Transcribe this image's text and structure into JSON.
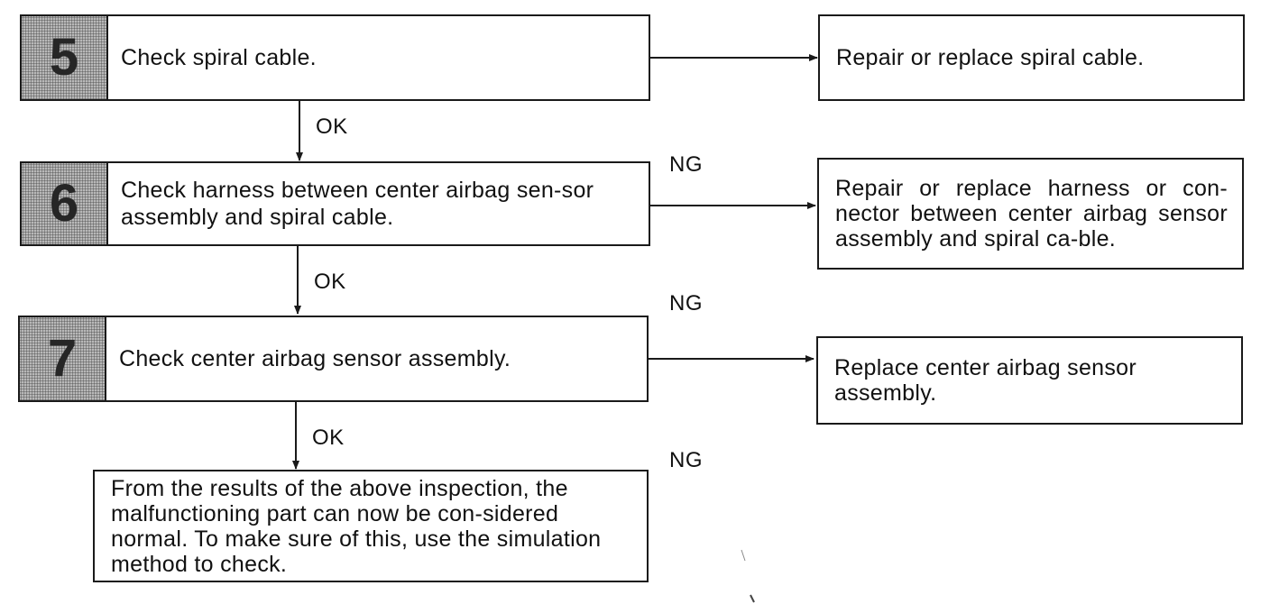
{
  "steps": [
    {
      "number": "5",
      "text": "Check spiral cable."
    },
    {
      "number": "6",
      "text": "Check harness between center airbag sen-sor assembly and spiral cable."
    },
    {
      "number": "7",
      "text": "Check center airbag sensor assembly."
    }
  ],
  "results": [
    {
      "text": "Repair or replace spiral cable."
    },
    {
      "text": "Repair or replace harness or con-nector between center airbag sensor assembly and spiral ca-ble."
    },
    {
      "text": "Replace center airbag sensor assembly."
    }
  ],
  "final": {
    "text": "From the results of the above inspection, the malfunctioning part can now be con-sidered normal. To make sure of this, use the simulation method to check."
  },
  "labels": {
    "ok": "OK",
    "ng": "NG"
  }
}
